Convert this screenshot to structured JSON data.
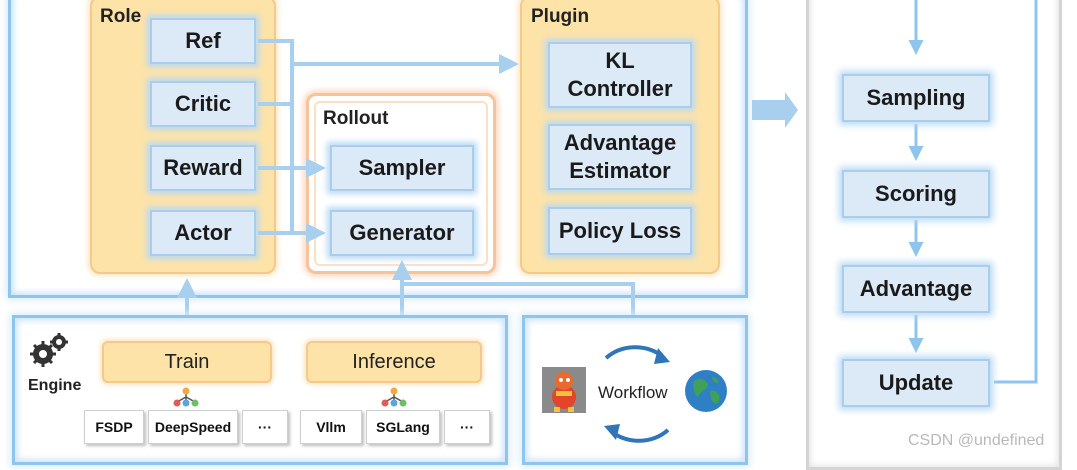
{
  "role": {
    "title": "Role",
    "items": [
      "Ref",
      "Critic",
      "Reward",
      "Actor"
    ]
  },
  "rollout": {
    "title": "Rollout",
    "items": [
      "Sampler",
      "Generator"
    ]
  },
  "plugin": {
    "title": "Plugin",
    "items": [
      "KL Controller",
      "Advantage Estimator",
      "Policy Loss"
    ]
  },
  "engine": {
    "label": "Engine",
    "train": {
      "label": "Train",
      "backends": [
        "FSDP",
        "DeepSpeed",
        "···"
      ]
    },
    "inference": {
      "label": "Inference",
      "backends": [
        "Vllm",
        "SGLang",
        "···"
      ]
    }
  },
  "workflow": {
    "label": "Workflow"
  },
  "pipeline": {
    "steps": [
      "Sampling",
      "Scoring",
      "Advantage",
      "Update"
    ]
  },
  "watermark": "CSDN @undefined",
  "colors": {
    "accent_blue": "#8ec5ef",
    "box_fill": "#dce9f7",
    "orange_fill": "#fde3a8"
  }
}
